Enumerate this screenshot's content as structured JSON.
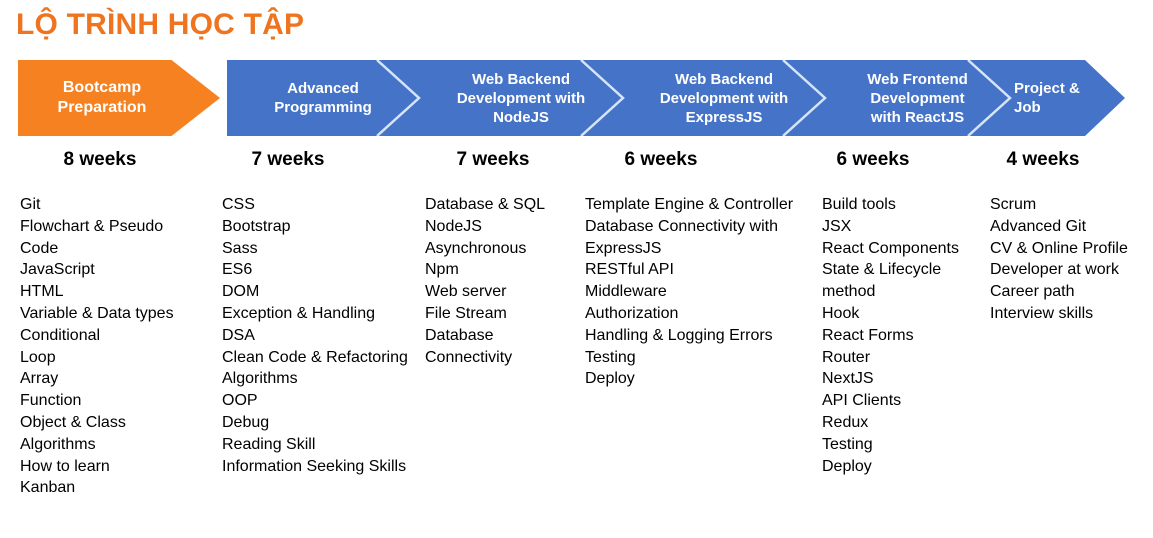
{
  "title": "LỘ TRÌNH HỌC TẬP",
  "colors": {
    "title_orange": "#EE7420",
    "arrow_orange": "#F68121",
    "arrow_blue": "#4573C7",
    "separator_line": "#D6E4F7",
    "label_text": "#FFFFFF",
    "body_text": "#000000"
  },
  "phases": [
    {
      "name": "Bootcamp Preparation",
      "duration": "8 weeks",
      "topics": [
        "Git",
        "Flowchart & Pseudo Code",
        "JavaScript",
        "HTML",
        "Variable & Data types",
        "Conditional",
        "Loop",
        "Array",
        "Function",
        "Object & Class",
        "Algorithms",
        "How to learn",
        "Kanban"
      ]
    },
    {
      "name": "Advanced Programming",
      "duration": "7 weeks",
      "topics": [
        "CSS",
        "Bootstrap",
        "Sass",
        "ES6",
        "DOM",
        "Exception & Handling",
        "DSA",
        "Clean Code & Refactoring",
        "Algorithms",
        "OOP",
        "Debug",
        "Reading Skill",
        "Information Seeking Skills"
      ]
    },
    {
      "name": "Web Backend Development with NodeJS",
      "duration": "7 weeks",
      "topics": [
        "Database & SQL",
        "NodeJS",
        "Asynchronous",
        "Npm",
        "Web server",
        "File Stream",
        "Database Connectivity"
      ]
    },
    {
      "name": "Web Backend Development with ExpressJS",
      "duration": "6 weeks",
      "topics": [
        "Template Engine & Controller",
        "Database Connectivity with ExpressJS",
        "RESTful API",
        "Middleware",
        "Authorization",
        "Handling & Logging Errors",
        "Testing",
        "Deploy"
      ]
    },
    {
      "name": "Web Frontend Development with ReactJS",
      "duration": "6 weeks",
      "topics": [
        "Build tools",
        "JSX",
        "React Components",
        "State & Lifecycle method",
        "Hook",
        "React Forms",
        "Router",
        "NextJS",
        "API Clients",
        "Redux",
        "Testing",
        "Deploy"
      ]
    },
    {
      "name": "Project & Job",
      "duration": "4 weeks",
      "topics": [
        "Scrum",
        "Advanced Git",
        "CV & Online Profile",
        "Developer at work",
        "Career path",
        "Interview skills"
      ]
    }
  ]
}
